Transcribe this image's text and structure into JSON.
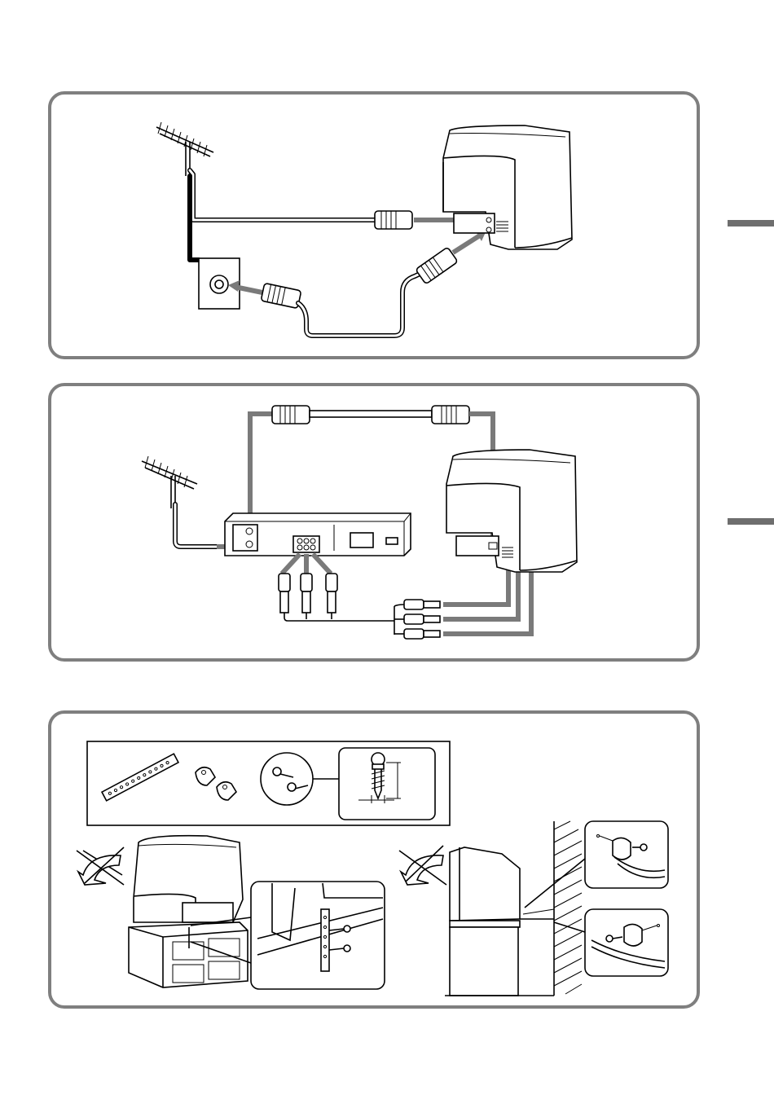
{
  "colors": {
    "frame": "#7f7f7f",
    "arrow": "#7a7a7a",
    "tab": "#6e6e6e",
    "line": "#000000"
  },
  "panels": [
    {
      "id": "antenna-tv",
      "items": [
        "antenna-icon",
        "wall-socket-icon",
        "tv-icon",
        "coax-cable-icon"
      ]
    },
    {
      "id": "antenna-vcr-tv",
      "items": [
        "antenna-icon",
        "vcr-icon",
        "tv-icon",
        "rf-cable-icon",
        "av-cable-icon"
      ]
    },
    {
      "id": "securing-tv",
      "items": [
        "strip-icon",
        "clamp-icon",
        "screw-icon",
        "screw-size-icon",
        "prohibited-icon",
        "tv-on-stand-icon",
        "wall-mount-icon"
      ]
    }
  ]
}
